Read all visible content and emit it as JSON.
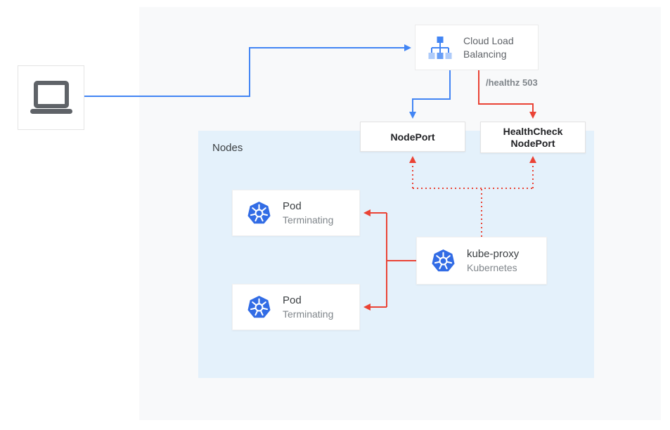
{
  "client": {
    "icon": "laptop-icon"
  },
  "cloud_load_balancing": {
    "label": [
      "Cloud Load",
      "Balancing"
    ],
    "icon": "cloud-load-balancing-icon"
  },
  "healthz_badge": "/healthz 503",
  "nodeport": {
    "label": "NodePort"
  },
  "healthcheck_nodeport": {
    "label": [
      "HealthCheck",
      "NodePort"
    ]
  },
  "nodes": {
    "label": "Nodes"
  },
  "pods": [
    {
      "title": "Pod",
      "subtitle": "Terminating",
      "icon": "kubernetes-icon"
    },
    {
      "title": "Pod",
      "subtitle": "Terminating",
      "icon": "kubernetes-icon"
    }
  ],
  "kube_proxy": {
    "title": "kube-proxy",
    "subtitle": "Kubernetes",
    "icon": "kubernetes-icon"
  },
  "colors": {
    "traffic_blue": "#4285f4",
    "health_red": "#ea4335",
    "panel_bg": "#f8f9fa",
    "nodes_bg": "#e4f1fb",
    "kubernetes_blue": "#326ce5",
    "text_dark": "#3c4043",
    "text_gray": "#80868b"
  }
}
